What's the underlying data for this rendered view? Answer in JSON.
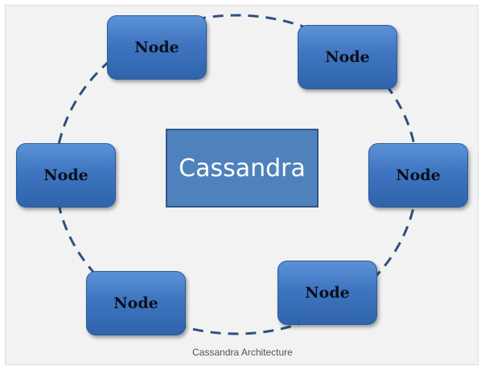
{
  "diagram": {
    "center_label": "Cassandra",
    "caption": "Cassandra Architecture",
    "nodes": [
      {
        "label": "Node"
      },
      {
        "label": "Node"
      },
      {
        "label": "Node"
      },
      {
        "label": "Node"
      },
      {
        "label": "Node"
      },
      {
        "label": "Node"
      }
    ],
    "colors": {
      "node_fill": "#4f81bd",
      "ring_stroke": "#2f4f7f",
      "background": "#f2f2f2"
    }
  }
}
